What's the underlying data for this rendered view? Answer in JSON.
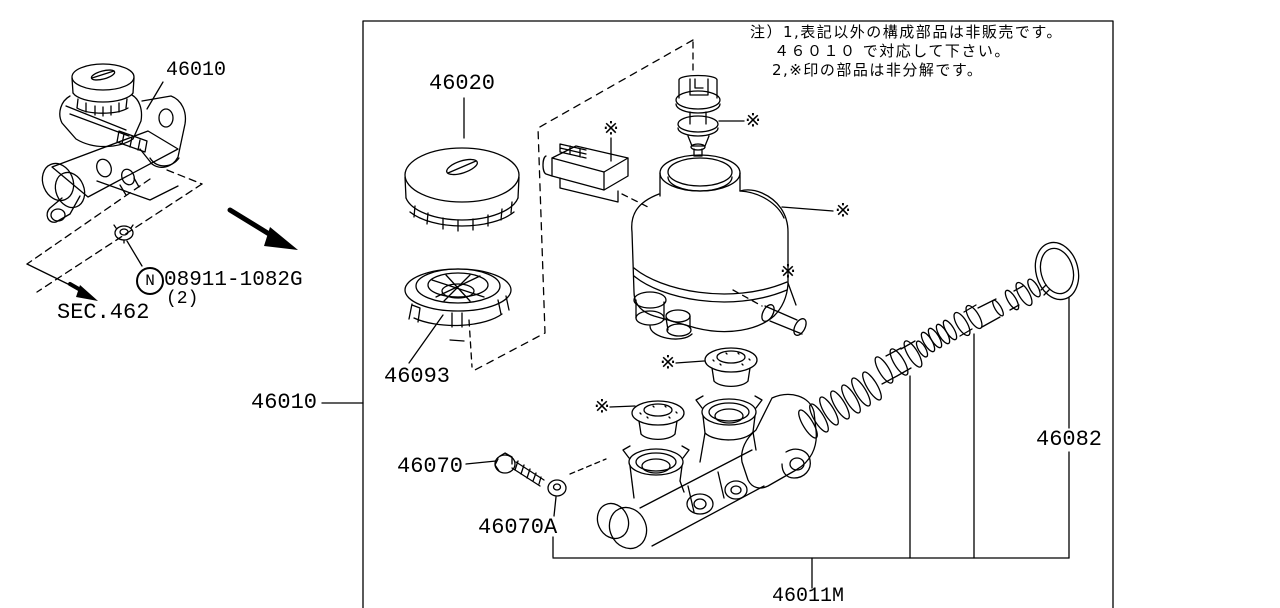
{
  "diagram": {
    "kind": "exploded-parts-diagram",
    "subject": "brake master cylinder",
    "line_color": "#000000",
    "background": "#ffffff"
  },
  "notes": {
    "line1": "注）1,表記以外の構成部品は非販売です。",
    "line2": "４６０１０ で対応して下さい。",
    "line3": "2,※印の部品は非分解です。"
  },
  "parts": {
    "assembly": {
      "number": "46010"
    },
    "box_ref": {
      "number": "46010"
    },
    "cap": {
      "number": "46020"
    },
    "strainer": {
      "number": "46093"
    },
    "bolt": {
      "number": "46070"
    },
    "washer": {
      "number": "46070A"
    },
    "piston_kit": {
      "number": "46082"
    },
    "nut": {
      "prefix": "N",
      "number": "08911-1082G",
      "qty": "(2)"
    },
    "section_ref": {
      "number": "SEC.462"
    },
    "bottom_ref": {
      "number": "46011M"
    }
  },
  "marks": {
    "non_serviceable": "※"
  }
}
